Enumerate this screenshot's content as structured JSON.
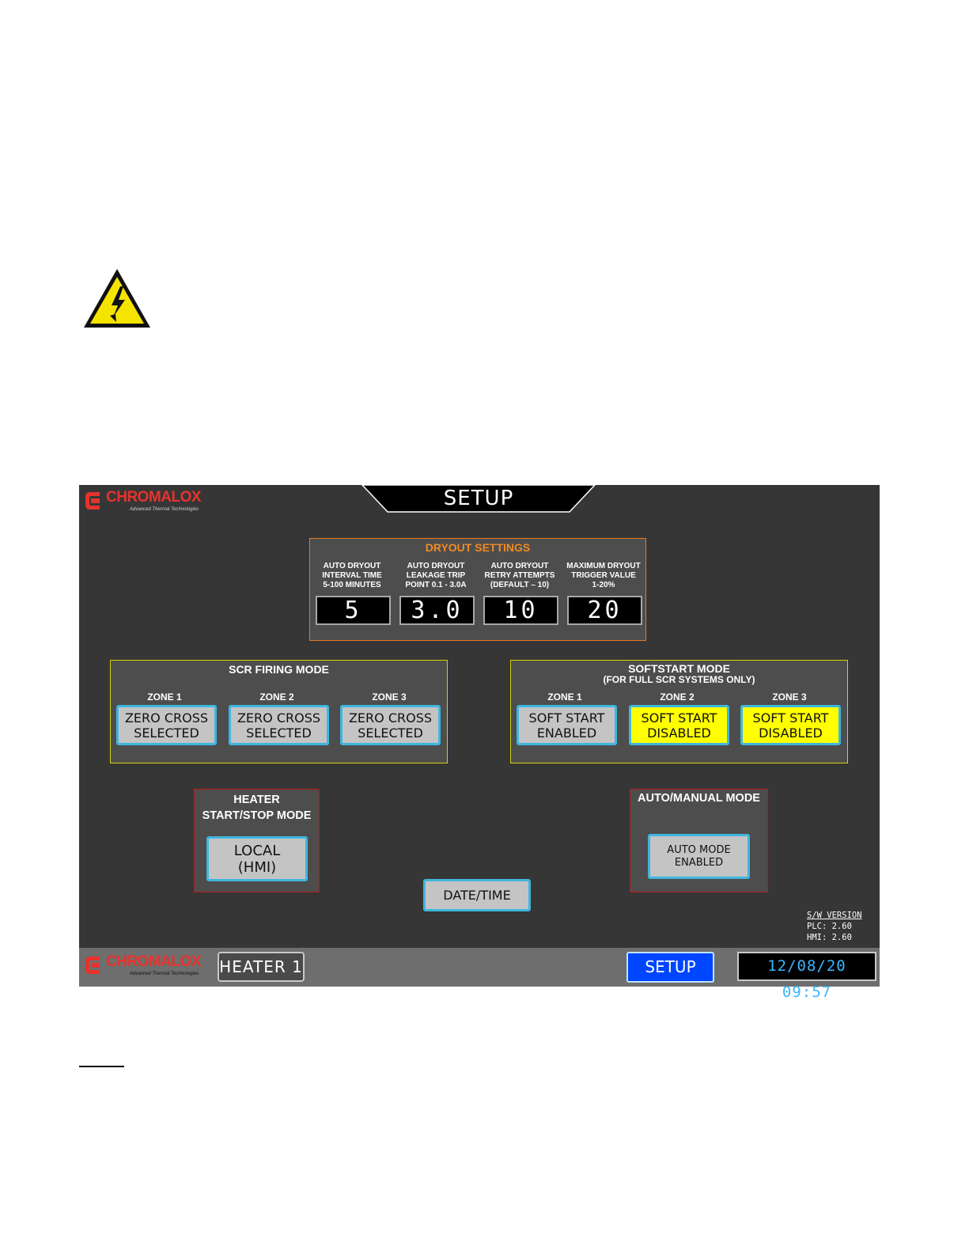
{
  "header": {
    "brand": "CHROMALOX",
    "tagline": "Advanced Thermal Technologies",
    "title": "SETUP"
  },
  "dryout": {
    "title": "DRYOUT SETTINGS",
    "fields": [
      {
        "label": "AUTO DRYOUT\nINTERVAL TIME\n5-100 MINUTES",
        "value": "5"
      },
      {
        "label": "AUTO DRYOUT\nLEAKAGE TRIP\nPOINT 0.1 - 3.0A",
        "value": "3.0"
      },
      {
        "label": "AUTO DRYOUT\nRETRY ATTEMPTS\n(DEFAULT – 10)",
        "value": "10"
      },
      {
        "label": "MAXIMUM DRYOUT\nTRIGGER VALUE\n1-20%",
        "value": "20"
      }
    ]
  },
  "scr": {
    "title": "SCR FIRING MODE",
    "zones": [
      {
        "label": "ZONE 1",
        "button": "ZERO CROSS\nSELECTED"
      },
      {
        "label": "ZONE 2",
        "button": "ZERO CROSS\nSELECTED"
      },
      {
        "label": "ZONE 3",
        "button": "ZERO CROSS\nSELECTED"
      }
    ]
  },
  "softstart": {
    "title": "SOFTSTART MODE",
    "subtitle": "(FOR FULL SCR SYSTEMS ONLY)",
    "zones": [
      {
        "label": "ZONE 1",
        "button": "SOFT START\nENABLED",
        "state": "enabled"
      },
      {
        "label": "ZONE 2",
        "button": "SOFT START\nDISABLED",
        "state": "disabled"
      },
      {
        "label": "ZONE 3",
        "button": "SOFT START\nDISABLED",
        "state": "disabled"
      }
    ]
  },
  "heater_mode": {
    "title": "HEATER\nSTART/STOP MODE",
    "button": "LOCAL\n(HMI)"
  },
  "auto_manual": {
    "title": "AUTO/MANUAL MODE",
    "button": "AUTO MODE\nENABLED"
  },
  "datetime_button": "DATE/TIME",
  "sw_version": {
    "title": "S/W VERSION",
    "plc": "PLC: 2.60",
    "hmi": "HMI: 2.60"
  },
  "footer": {
    "heater_label": "HEATER 1",
    "setup_label": "SETUP",
    "clock": "12/08/20 09:57"
  },
  "colors": {
    "screen_bg": "#363636",
    "panel_bg": "#4d4d4d",
    "dryout_border": "#e87a22",
    "dryout_title": "#f28a23",
    "zone_border": "#d6d00a",
    "mode_border": "#b31b1b",
    "button_border": "#3fb6df",
    "disabled_bg": "#ffff00",
    "setup_blue": "#0045ff",
    "brand_red": "#e8322c",
    "clock_text": "#3ab6ff"
  },
  "icons": {
    "warning": "electric-hazard-warning-icon",
    "logo": "chromalox-logo-icon"
  }
}
